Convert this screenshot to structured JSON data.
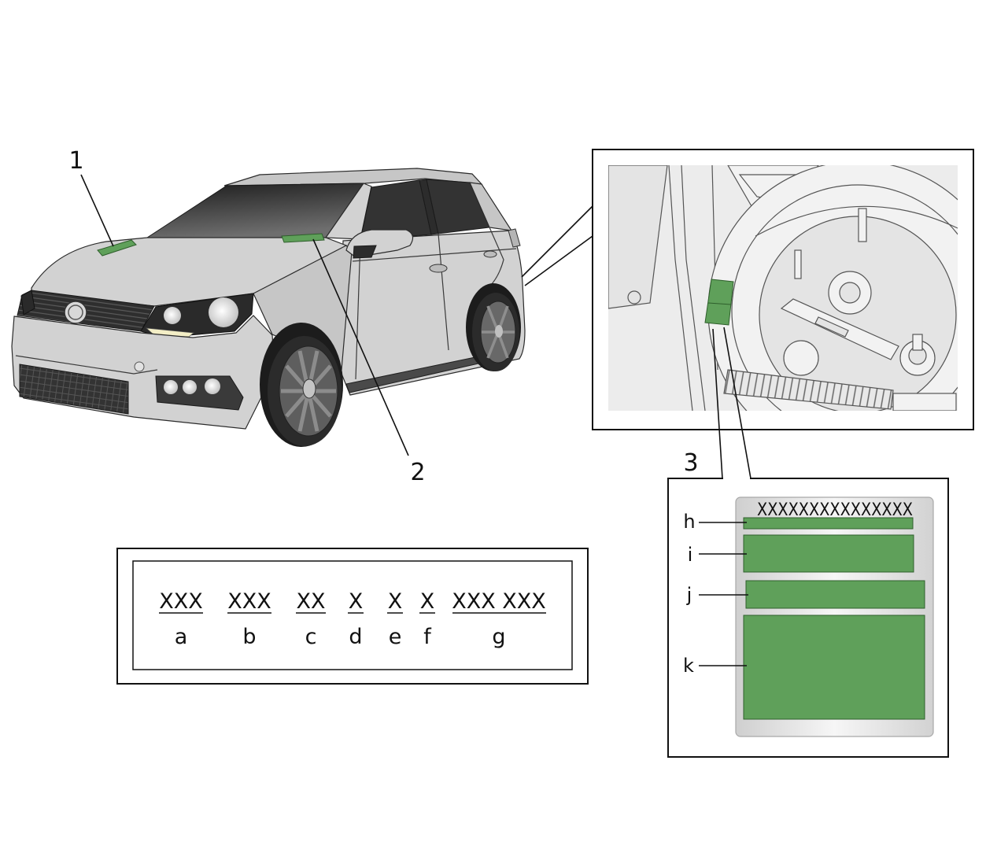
{
  "diagram": {
    "callouts": {
      "hood": "1",
      "windshield": "2",
      "trunk": "3"
    },
    "vin_breakdown": {
      "segments": [
        {
          "code": "XXX",
          "letter": "a"
        },
        {
          "code": "XXX",
          "letter": "b"
        },
        {
          "code": "XX",
          "letter": "c"
        },
        {
          "code": "X",
          "letter": "d"
        },
        {
          "code": "X",
          "letter": "e"
        },
        {
          "code": "X",
          "letter": "f"
        },
        {
          "code": "XXX XXX",
          "letter": "g"
        }
      ]
    },
    "type_plate": {
      "header": "XXXXXXXXXXXXXXX",
      "fields": [
        {
          "letter": "h"
        },
        {
          "letter": "i"
        },
        {
          "letter": "j"
        },
        {
          "letter": "k"
        }
      ]
    }
  },
  "colors": {
    "label_green": "#5fa05a",
    "car_body": "#d2d2d2",
    "window": "#333333",
    "line": "#111111"
  },
  "icons": {
    "car": "car-illustration-icon",
    "trunk": "spare-wheel-well-icon"
  }
}
